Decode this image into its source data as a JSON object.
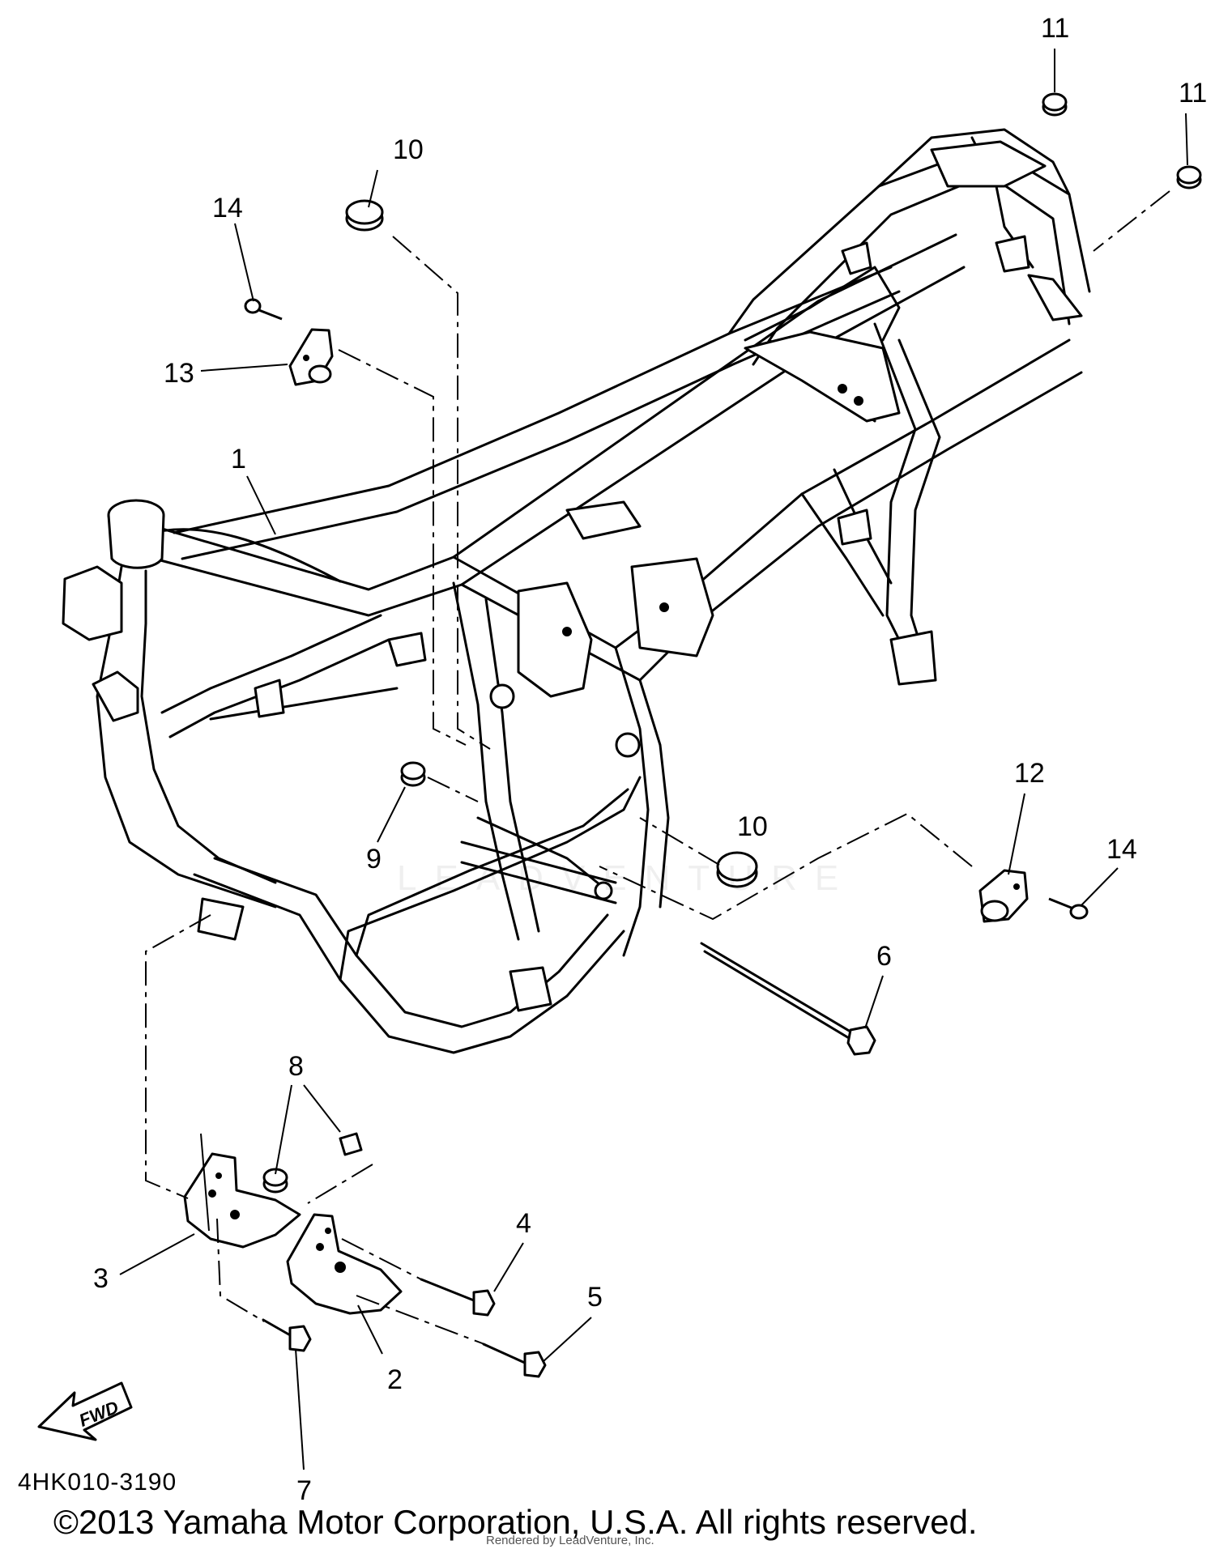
{
  "diagram": {
    "code": "4HK010-3190",
    "copyright": "©2013 Yamaha Motor Corporation, U.S.A. All rights reserved.",
    "renderer_credit": "Rendered by LeadVenture, Inc.",
    "watermark": "LEADVENTURE",
    "fwd_label": "FWD"
  },
  "callouts": [
    {
      "id": "callout-1",
      "label": "1"
    },
    {
      "id": "callout-2",
      "label": "2"
    },
    {
      "id": "callout-3",
      "label": "3"
    },
    {
      "id": "callout-4",
      "label": "4"
    },
    {
      "id": "callout-5",
      "label": "5"
    },
    {
      "id": "callout-6",
      "label": "6"
    },
    {
      "id": "callout-7",
      "label": "7"
    },
    {
      "id": "callout-8",
      "label": "8"
    },
    {
      "id": "callout-9",
      "label": "9"
    },
    {
      "id": "callout-10a",
      "label": "10"
    },
    {
      "id": "callout-10b",
      "label": "10"
    },
    {
      "id": "callout-11a",
      "label": "11"
    },
    {
      "id": "callout-11b",
      "label": "11"
    },
    {
      "id": "callout-12",
      "label": "12"
    },
    {
      "id": "callout-13",
      "label": "13"
    },
    {
      "id": "callout-14a",
      "label": "14"
    },
    {
      "id": "callout-14b",
      "label": "14"
    }
  ]
}
